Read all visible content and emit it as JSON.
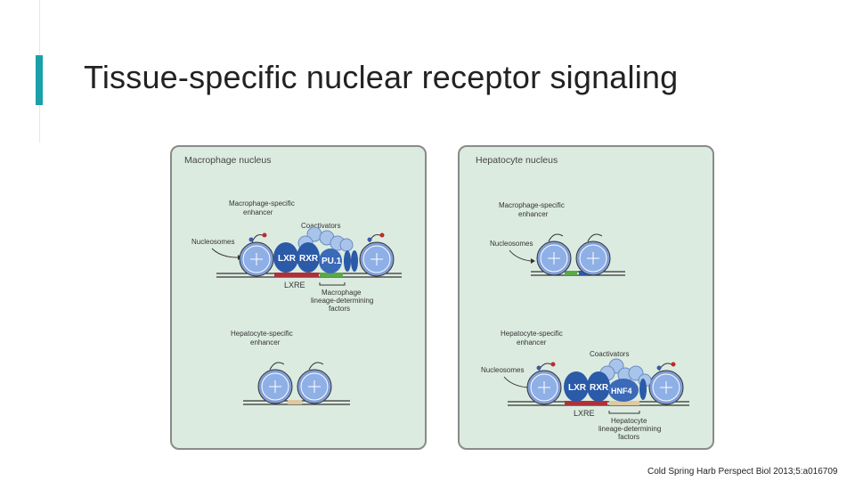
{
  "slide": {
    "title": "Tissue-specific nuclear receptor signaling",
    "citation": "Cold Spring Harb Perspect Biol 2013;5:a016709",
    "accent_color": "#1aa0a8"
  },
  "diagram": {
    "left_panel": {
      "heading": "Macrophage nucleus",
      "top": {
        "enhancer_label": [
          "Macrophage-specific",
          "enhancer"
        ],
        "coactivators": "Coactivators",
        "nucleosomes": "Nucleosomes",
        "lxr": "LXR",
        "rxr": "RXR",
        "pu1": "PU.1",
        "element": "LXRE",
        "factors_label": [
          "Macrophage",
          "lineage-determining",
          "factors"
        ]
      },
      "bottom": {
        "enhancer_label": [
          "Hepatocyte-specific",
          "enhancer"
        ]
      }
    },
    "right_panel": {
      "heading": "Hepatocyte nucleus",
      "top": {
        "enhancer_label": [
          "Macrophage-specific",
          "enhancer"
        ],
        "nucleosomes": "Nucleosomes"
      },
      "bottom": {
        "enhancer_label": [
          "Hepatocyte-specific",
          "enhancer"
        ],
        "coactivators": "Coactivators",
        "nucleosomes": "Nucleosomes",
        "lxr": "LXR",
        "rxr": "RXR",
        "hnf4": "HNF4",
        "element": "LXRE",
        "factors_label": [
          "Hepatocyte",
          "lineage-determining",
          "factors"
        ]
      }
    },
    "colors": {
      "panel_bg": "#dcebe0",
      "nucleosome": "#7f9ed8",
      "receptor": "#2a5aa8",
      "coactivator": "#a9c4ea",
      "lxre_bar": "#b0303a",
      "factor_bar": "#5aa84a"
    }
  }
}
